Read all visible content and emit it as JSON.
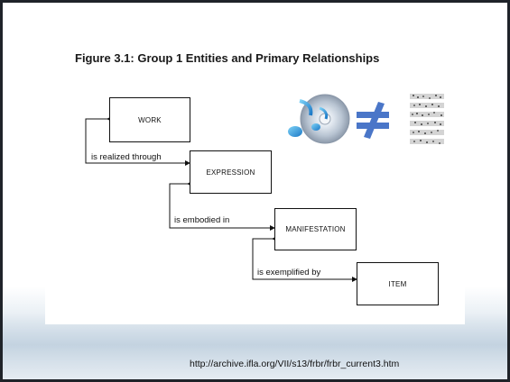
{
  "figure": {
    "title": "Figure 3.1: Group 1 Entities and Primary Relationships"
  },
  "entities": {
    "work": "WORK",
    "expression": "EXPRESSION",
    "manifestation": "MANIFESTATION",
    "item": "ITEM"
  },
  "relationships": {
    "realized": "is realized through",
    "embodied": "is embodied in",
    "exemplified": "is exemplified by"
  },
  "icons": {
    "music": "music-note-disc-icon",
    "not_equal": "not-equal-icon",
    "score": "sheet-music-score-icon"
  },
  "colors": {
    "accent_blue": "#3a6fb0",
    "not_equal_blue": "#4a76c8",
    "border_dark": "#1f2329"
  },
  "source_url": "http://archive.ifla.org/VII/s13/frbr/frbr_current3.htm"
}
